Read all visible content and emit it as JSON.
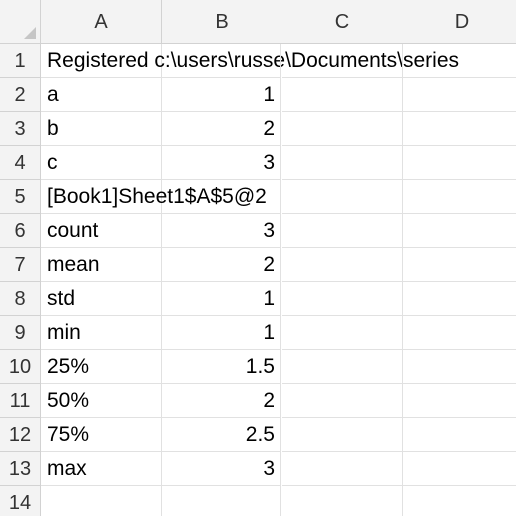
{
  "spreadsheet": {
    "columns": [
      "A",
      "B",
      "C",
      "D"
    ],
    "rows": [
      {
        "num": "1",
        "a": "Registered c:\\users\\russe\\Documents\\series",
        "b": ""
      },
      {
        "num": "2",
        "a": "a",
        "b": "1"
      },
      {
        "num": "3",
        "a": "b",
        "b": "2"
      },
      {
        "num": "4",
        "a": "c",
        "b": "3"
      },
      {
        "num": "5",
        "a": "[Book1]Sheet1$A$5@2",
        "b": ""
      },
      {
        "num": "6",
        "a": "count",
        "b": "3"
      },
      {
        "num": "7",
        "a": "mean",
        "b": "2"
      },
      {
        "num": "8",
        "a": "std",
        "b": "1"
      },
      {
        "num": "9",
        "a": "min",
        "b": "1"
      },
      {
        "num": "10",
        "a": "25%",
        "b": "1.5"
      },
      {
        "num": "11",
        "a": "50%",
        "b": "2"
      },
      {
        "num": "12",
        "a": "75%",
        "b": "2.5"
      },
      {
        "num": "13",
        "a": "max",
        "b": "3"
      },
      {
        "num": "14",
        "a": "",
        "b": ""
      }
    ]
  },
  "colors": {
    "header_background": "#f3f3f3",
    "gridline": "#e1e1e1",
    "header_border": "#d2d2d2"
  }
}
